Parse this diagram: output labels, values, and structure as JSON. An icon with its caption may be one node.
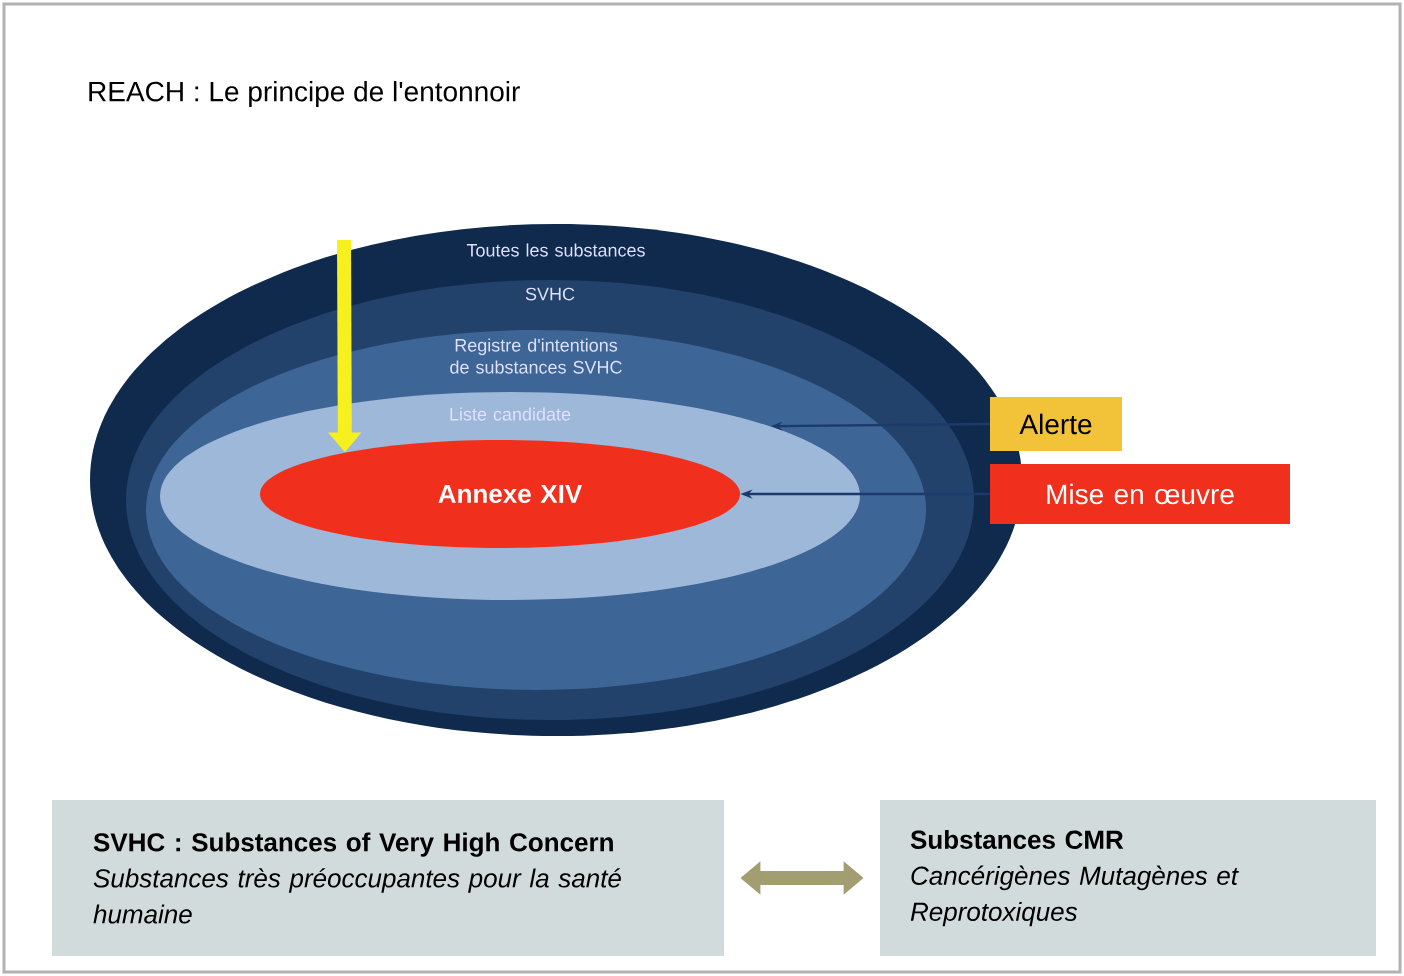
{
  "diagram": {
    "title": "REACH : Le principe de l'entonnoir",
    "nodes": [
      {
        "text": [
          "Toutes les substances"
        ]
      },
      {
        "text": [
          "SVHC"
        ],
        "in": 0
      },
      {
        "text": [
          "Registre d'intentions de substances SVHC"
        ],
        "in": 1
      },
      {
        "text": [
          "Liste candidate"
        ],
        "in": 2
      },
      {
        "text": [
          "Annexe XIV"
        ],
        "in": 3
      },
      {
        "text": [
          "Alerte"
        ]
      },
      {
        "text": [
          "Mise en œuvre"
        ]
      },
      {
        "text": [
          "SVHC : Substances of Very High Concern",
          "Substances très préoccupantes pour la santé humaine"
        ]
      },
      {
        "text": [
          "Substances CMR",
          "Cancérigènes Mutagènes et Reprotoxiques"
        ]
      }
    ],
    "edges": [
      {
        "from": null,
        "to": 4,
        "arrow": "to",
        "style": "thick",
        "color": "#f5f01e"
      },
      {
        "from": 5,
        "to": 3,
        "arrow": "to"
      },
      {
        "from": 6,
        "to": 4,
        "arrow": "to"
      },
      {
        "from": 7,
        "to": 8,
        "arrow": "both",
        "style": "thick",
        "color": "#a39d72"
      }
    ]
  }
}
